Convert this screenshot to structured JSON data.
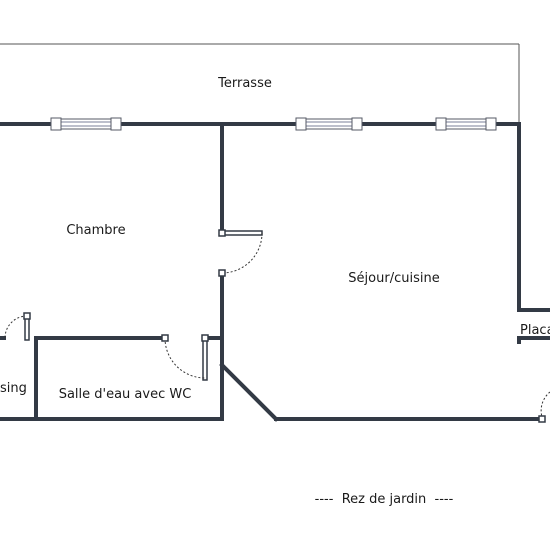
{
  "plan": {
    "rooms": {
      "terrasse": "Terrasse",
      "chambre": "Chambre",
      "sejour": "Séjour/cuisine",
      "salle_eau": "Salle d'eau avec WC",
      "dressing": "sing",
      "placard": "Placa"
    },
    "caption": "----  Rez de jardin  ----"
  }
}
